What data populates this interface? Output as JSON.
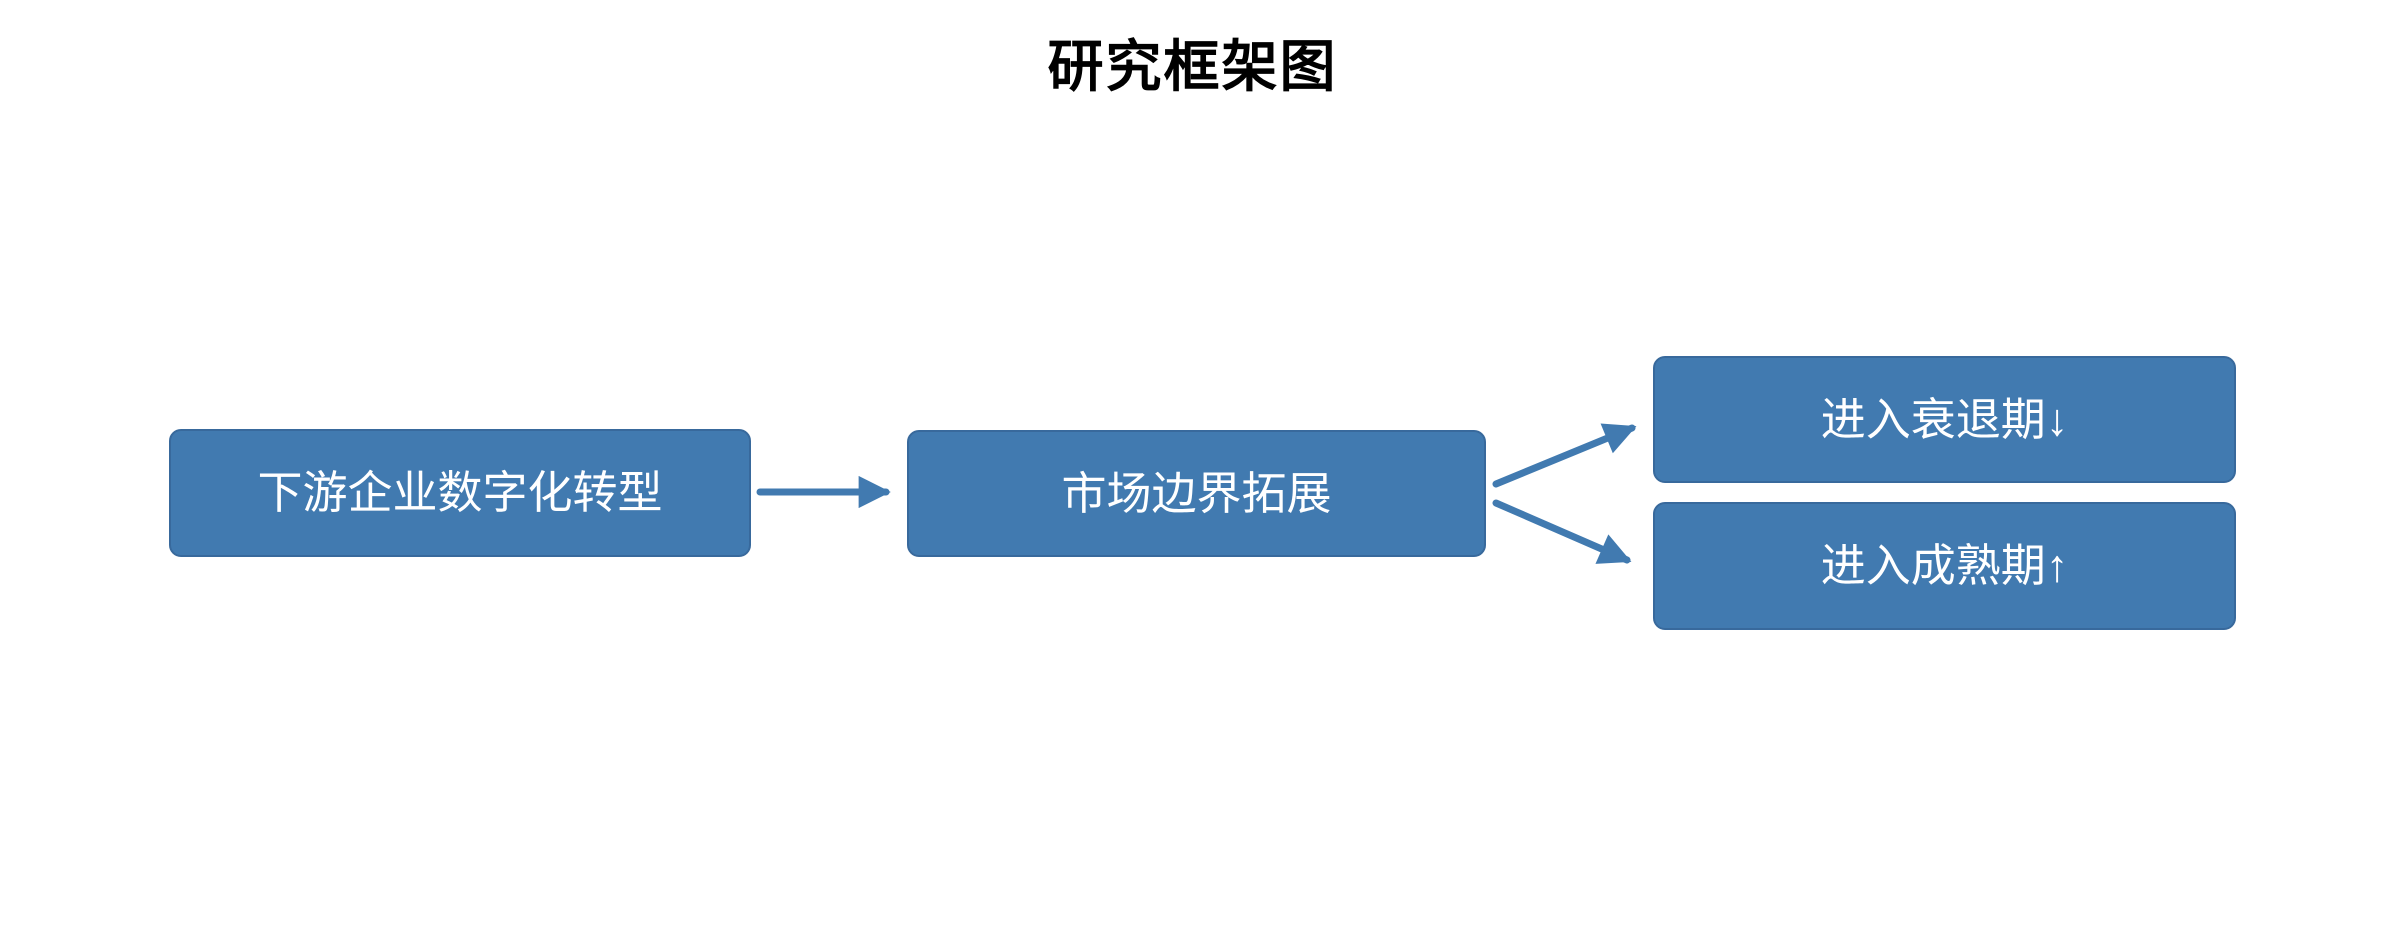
{
  "title": "研究框架图",
  "diagram": {
    "nodes": [
      {
        "id": "n1",
        "label": "下游企业数字化转型"
      },
      {
        "id": "n2",
        "label": "市场边界拓展"
      },
      {
        "id": "n3",
        "label": "进入衰退期↓"
      },
      {
        "id": "n4",
        "label": "进入成熟期↑"
      }
    ],
    "edges": [
      {
        "from": "n1",
        "to": "n2"
      },
      {
        "from": "n2",
        "to": "n3"
      },
      {
        "from": "n2",
        "to": "n4"
      }
    ]
  },
  "colors": {
    "background": "#ffffff",
    "box_fill": "#417AB0",
    "box_border": "#38699C",
    "arrow": "#417AB0",
    "title_text": "#000000",
    "box_text": "#ffffff"
  }
}
